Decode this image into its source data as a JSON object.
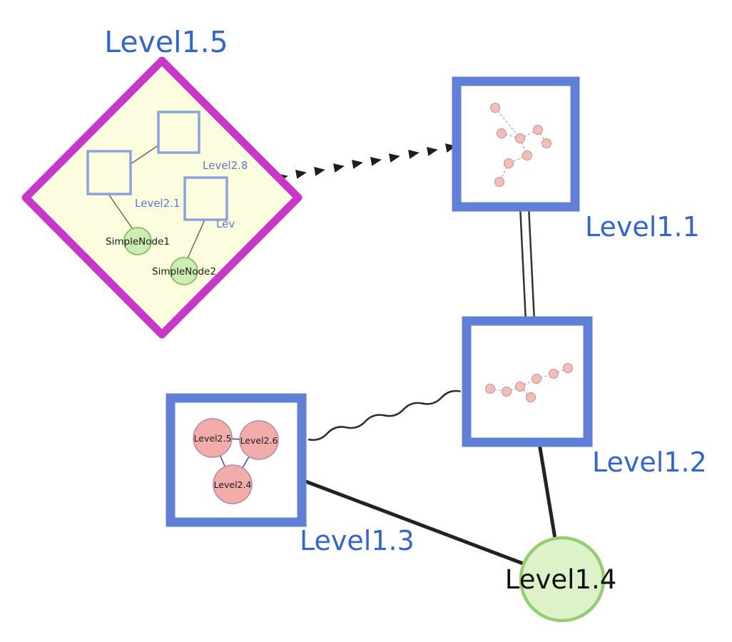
{
  "labels": {
    "level15": "Level1.5",
    "level11": "Level1.1",
    "level12": "Level1.2",
    "level13": "Level1.3",
    "level14": "Level1.4",
    "level28": "Level2.8",
    "level21": "Level2.1",
    "lev": "Lev",
    "simplenode1": "SimpleNode1",
    "simplenode2": "SimpleNode2",
    "level25": "Level2.5",
    "level26": "Level2.6",
    "level24": "Level2.4"
  },
  "graph": {
    "top_level_nodes": [
      {
        "id": "Level1.5",
        "shape": "diamond",
        "children_labels": [
          "Level2.8",
          "Level2.1",
          "Lev",
          "SimpleNode1",
          "SimpleNode2"
        ]
      },
      {
        "id": "Level1.1",
        "shape": "rectangle",
        "unlabeled_child_nodes": 8
      },
      {
        "id": "Level1.2",
        "shape": "rectangle",
        "unlabeled_child_nodes": 7
      },
      {
        "id": "Level1.3",
        "shape": "rectangle",
        "children_labels": [
          "Level2.5",
          "Level2.6",
          "Level2.4"
        ]
      },
      {
        "id": "Level1.4",
        "shape": "circle"
      }
    ],
    "edges": [
      {
        "source": "Level1.5",
        "target": "Level1.1",
        "style": "bold dashed arrowheads"
      },
      {
        "source": "Level1.1",
        "target": "Level1.2",
        "style": "double parallel lines"
      },
      {
        "source": "Level1.3",
        "target": "Level1.2",
        "style": "wavy"
      },
      {
        "source": "Level1.3",
        "target": "Level1.4",
        "style": "solid bold"
      },
      {
        "source": "Level1.2",
        "target": "Level1.4",
        "style": "solid bold"
      }
    ],
    "inner_edges": {
      "Level1.5": [
        [
          "Level2.1",
          "Level2.8"
        ],
        [
          "Level2.1",
          "SimpleNode1"
        ],
        [
          "Lev",
          "SimpleNode2"
        ]
      ],
      "Level1.3": [
        [
          "Level2.5",
          "Level2.6"
        ],
        [
          "Level2.5",
          "Level2.4"
        ],
        [
          "Level2.6",
          "Level2.4"
        ]
      ]
    }
  },
  "colors": {
    "background": "#ffffff",
    "label_blue": "#3366cc",
    "inner_label_blue": "#5b79cf",
    "box_border_blue": "#6080d8",
    "diamond_magenta": "#c837c8",
    "diamond_fill": "#fcfcdf",
    "inner_square_border": "#8ba4dd",
    "green_fill": "#cdedb4",
    "green_border": "#8cc465",
    "big_green_fill": "#def2c9",
    "big_green_border": "#95cd72",
    "pink_fill": "#f2aca9",
    "pink_border": "#b8879b",
    "mini_pink_fill": "#f5bdb9",
    "mini_pink_border": "#c98e8e",
    "mini_edge_blue": "#8888cc",
    "triangle_edge_blue": "#3b3bd1",
    "inner_edge_gray": "#666666",
    "edge_black": "#222222"
  }
}
